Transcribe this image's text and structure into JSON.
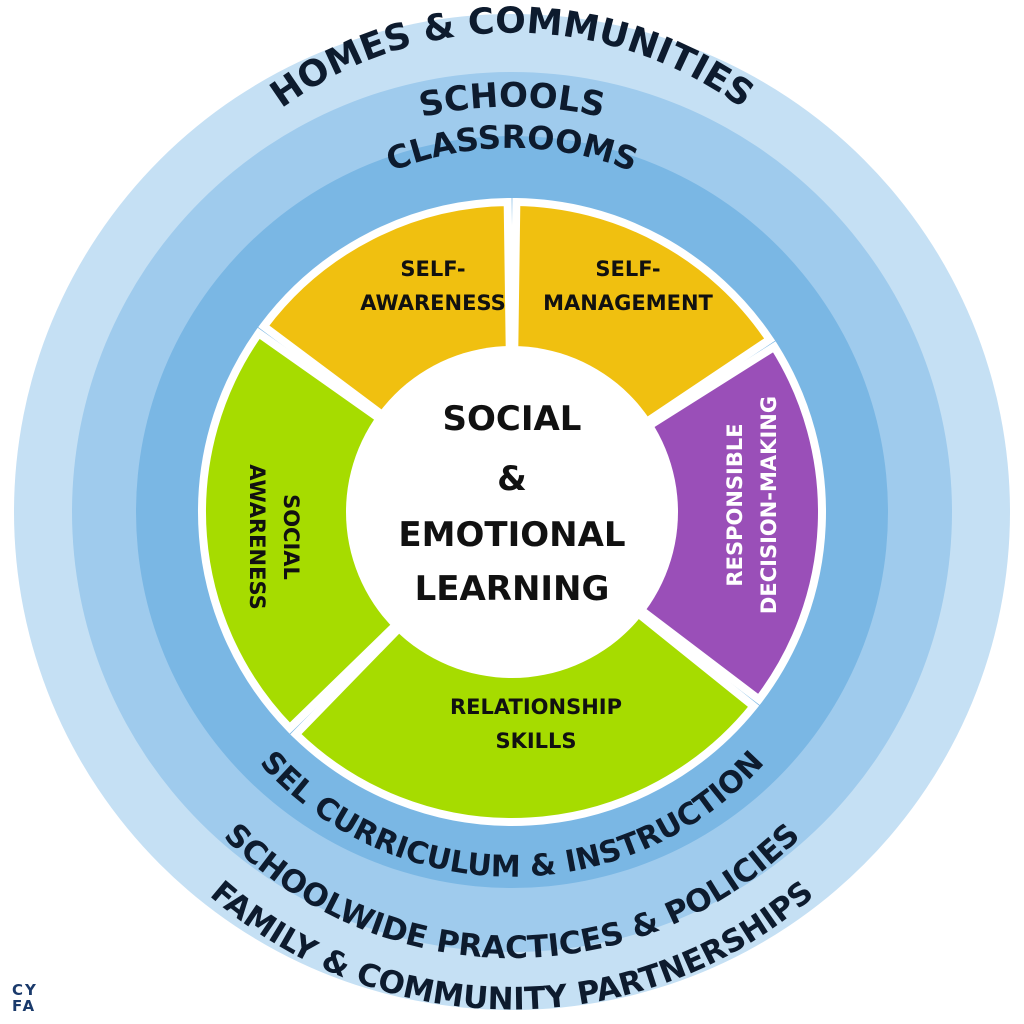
{
  "rings": {
    "outer": {
      "top": "HOMES & COMMUNITIES",
      "bottom": "FAMILY & COMMUNITY PARTNERSHIPS",
      "color": "#c5e0f4"
    },
    "middle": {
      "top": "SCHOOLS",
      "bottom": "SCHOOLWIDE PRACTICES & POLICIES",
      "color": "#9fcbed"
    },
    "inner": {
      "top": "CLASSROOMS",
      "bottom": "SEL CURRICULUM & INSTRUCTION",
      "color": "#7ab7e4"
    }
  },
  "segments": [
    {
      "id": "self-awareness",
      "lines": [
        "SELF-",
        "AWARENESS"
      ],
      "color": "#f0c010"
    },
    {
      "id": "self-management",
      "lines": [
        "SELF-",
        "MANAGEMENT"
      ],
      "color": "#f0c010"
    },
    {
      "id": "responsible-decision-making",
      "lines": [
        "RESPONSIBLE",
        "DECISION-MAKING"
      ],
      "color": "#9a4fb8"
    },
    {
      "id": "relationship-skills",
      "lines": [
        "RELATIONSHIP",
        "SKILLS"
      ],
      "color": "#a6dc00"
    },
    {
      "id": "social-awareness",
      "lines": [
        "SOCIAL",
        "AWARENESS"
      ],
      "color": "#a6dc00"
    }
  ],
  "center": {
    "lines": [
      "SOCIAL",
      "&",
      "EMOTIONAL",
      "LEARNING"
    ],
    "color": "#ffffff"
  },
  "logo": {
    "line1": "CY",
    "line2": "FA"
  }
}
